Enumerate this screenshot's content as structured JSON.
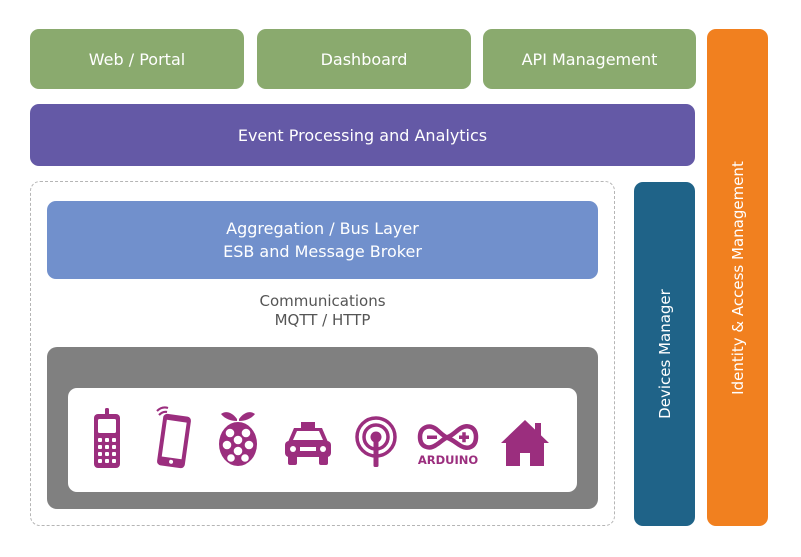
{
  "top": {
    "web_portal": "Web / Portal",
    "dashboard": "Dashboard",
    "api_management": "API Management"
  },
  "event_processing": "Event Processing and Analytics",
  "identity_access": "Identity & Access Management",
  "devices_manager": "Devices Manager",
  "aggregation": {
    "line1": "Aggregation / Bus Layer",
    "line2": "ESB and Message Broker"
  },
  "communications": {
    "line1": "Communications",
    "line2": "MQTT / HTTP"
  },
  "devices": {
    "icons": [
      "mobile-phone-icon",
      "smartphone-icon",
      "raspberry-pi-icon",
      "car-icon",
      "wireless-sensor-icon",
      "arduino-icon",
      "home-icon"
    ],
    "arduino_label": "ARDUINO"
  },
  "colors": {
    "green": "#8aaa6e",
    "purple": "#6459a6",
    "orange": "#f1801f",
    "dark_blue": "#1f6388",
    "light_blue": "#7190cc",
    "gray": "#808080",
    "icon_magenta": "#9b2e7e"
  }
}
